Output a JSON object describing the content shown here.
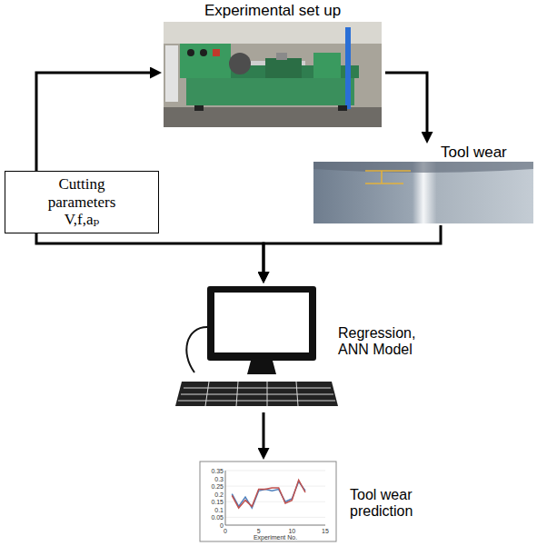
{
  "diagram": {
    "nodes": [
      {
        "text": [
          "Experimental set up"
        ]
      },
      {
        "text": [
          "Cutting parameters V,f,aₚ"
        ]
      },
      {
        "text": [
          "Tool wear"
        ]
      },
      {
        "text": [
          "Regression, ANN Model"
        ]
      },
      {
        "text": [
          "Tool wear prediction"
        ]
      }
    ],
    "edges": [
      {
        "from": 1,
        "to": 0,
        "arrow": "to"
      },
      {
        "from": 0,
        "to": 2,
        "arrow": "to"
      },
      {
        "from": 1,
        "to": 3,
        "arrow": "to"
      },
      {
        "from": 2,
        "to": 3,
        "arrow": "to"
      },
      {
        "from": 3,
        "to": 4,
        "arrow": "to"
      }
    ],
    "labels": [
      "0.35",
      "0.3",
      "0.25",
      "0.2",
      "0.15",
      "0.1",
      "0.05",
      "0",
      "0",
      "5",
      "10",
      "15",
      "Experiment No."
    ]
  }
}
